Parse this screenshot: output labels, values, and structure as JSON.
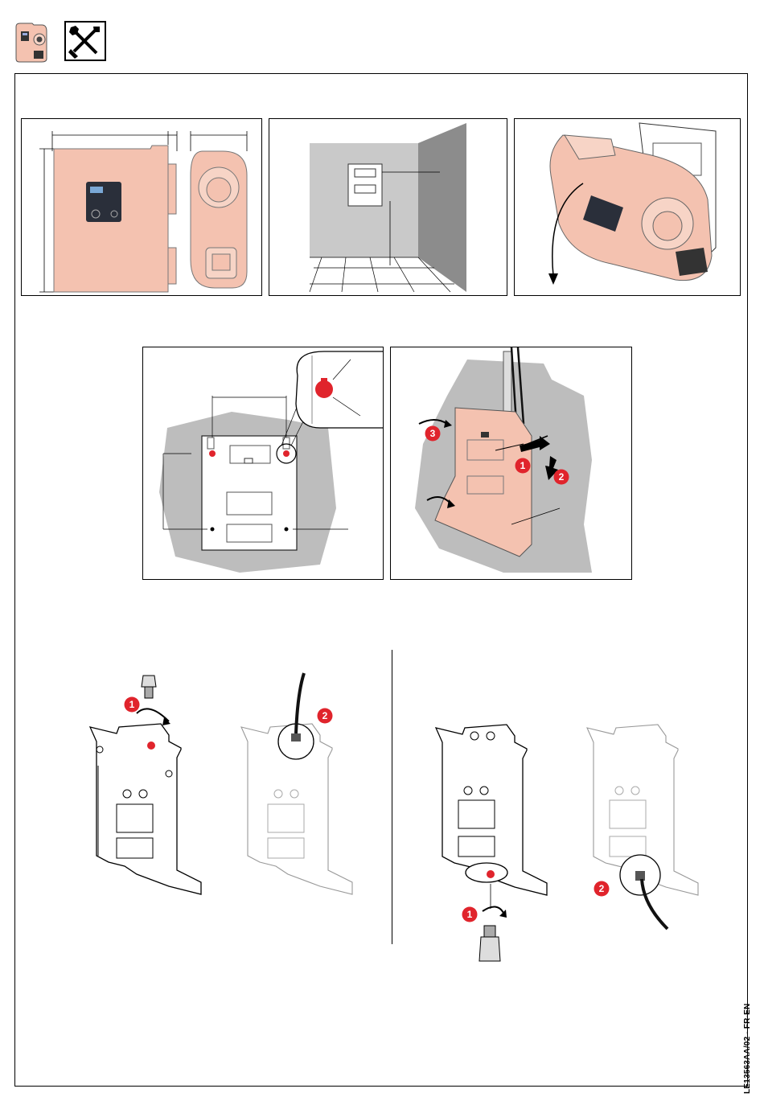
{
  "header": {
    "device_icon": "wall-charger-icon",
    "tools_icon": "screwdriver-wrench-icon"
  },
  "steps": {
    "s1": "1",
    "s2": "2",
    "s3": "3"
  },
  "document": {
    "reference": "LE13563AA/02 - FR-EN"
  },
  "colors": {
    "device": "#f4c2b0",
    "accent": "#e0242c",
    "wall": "#bdbdbd"
  }
}
